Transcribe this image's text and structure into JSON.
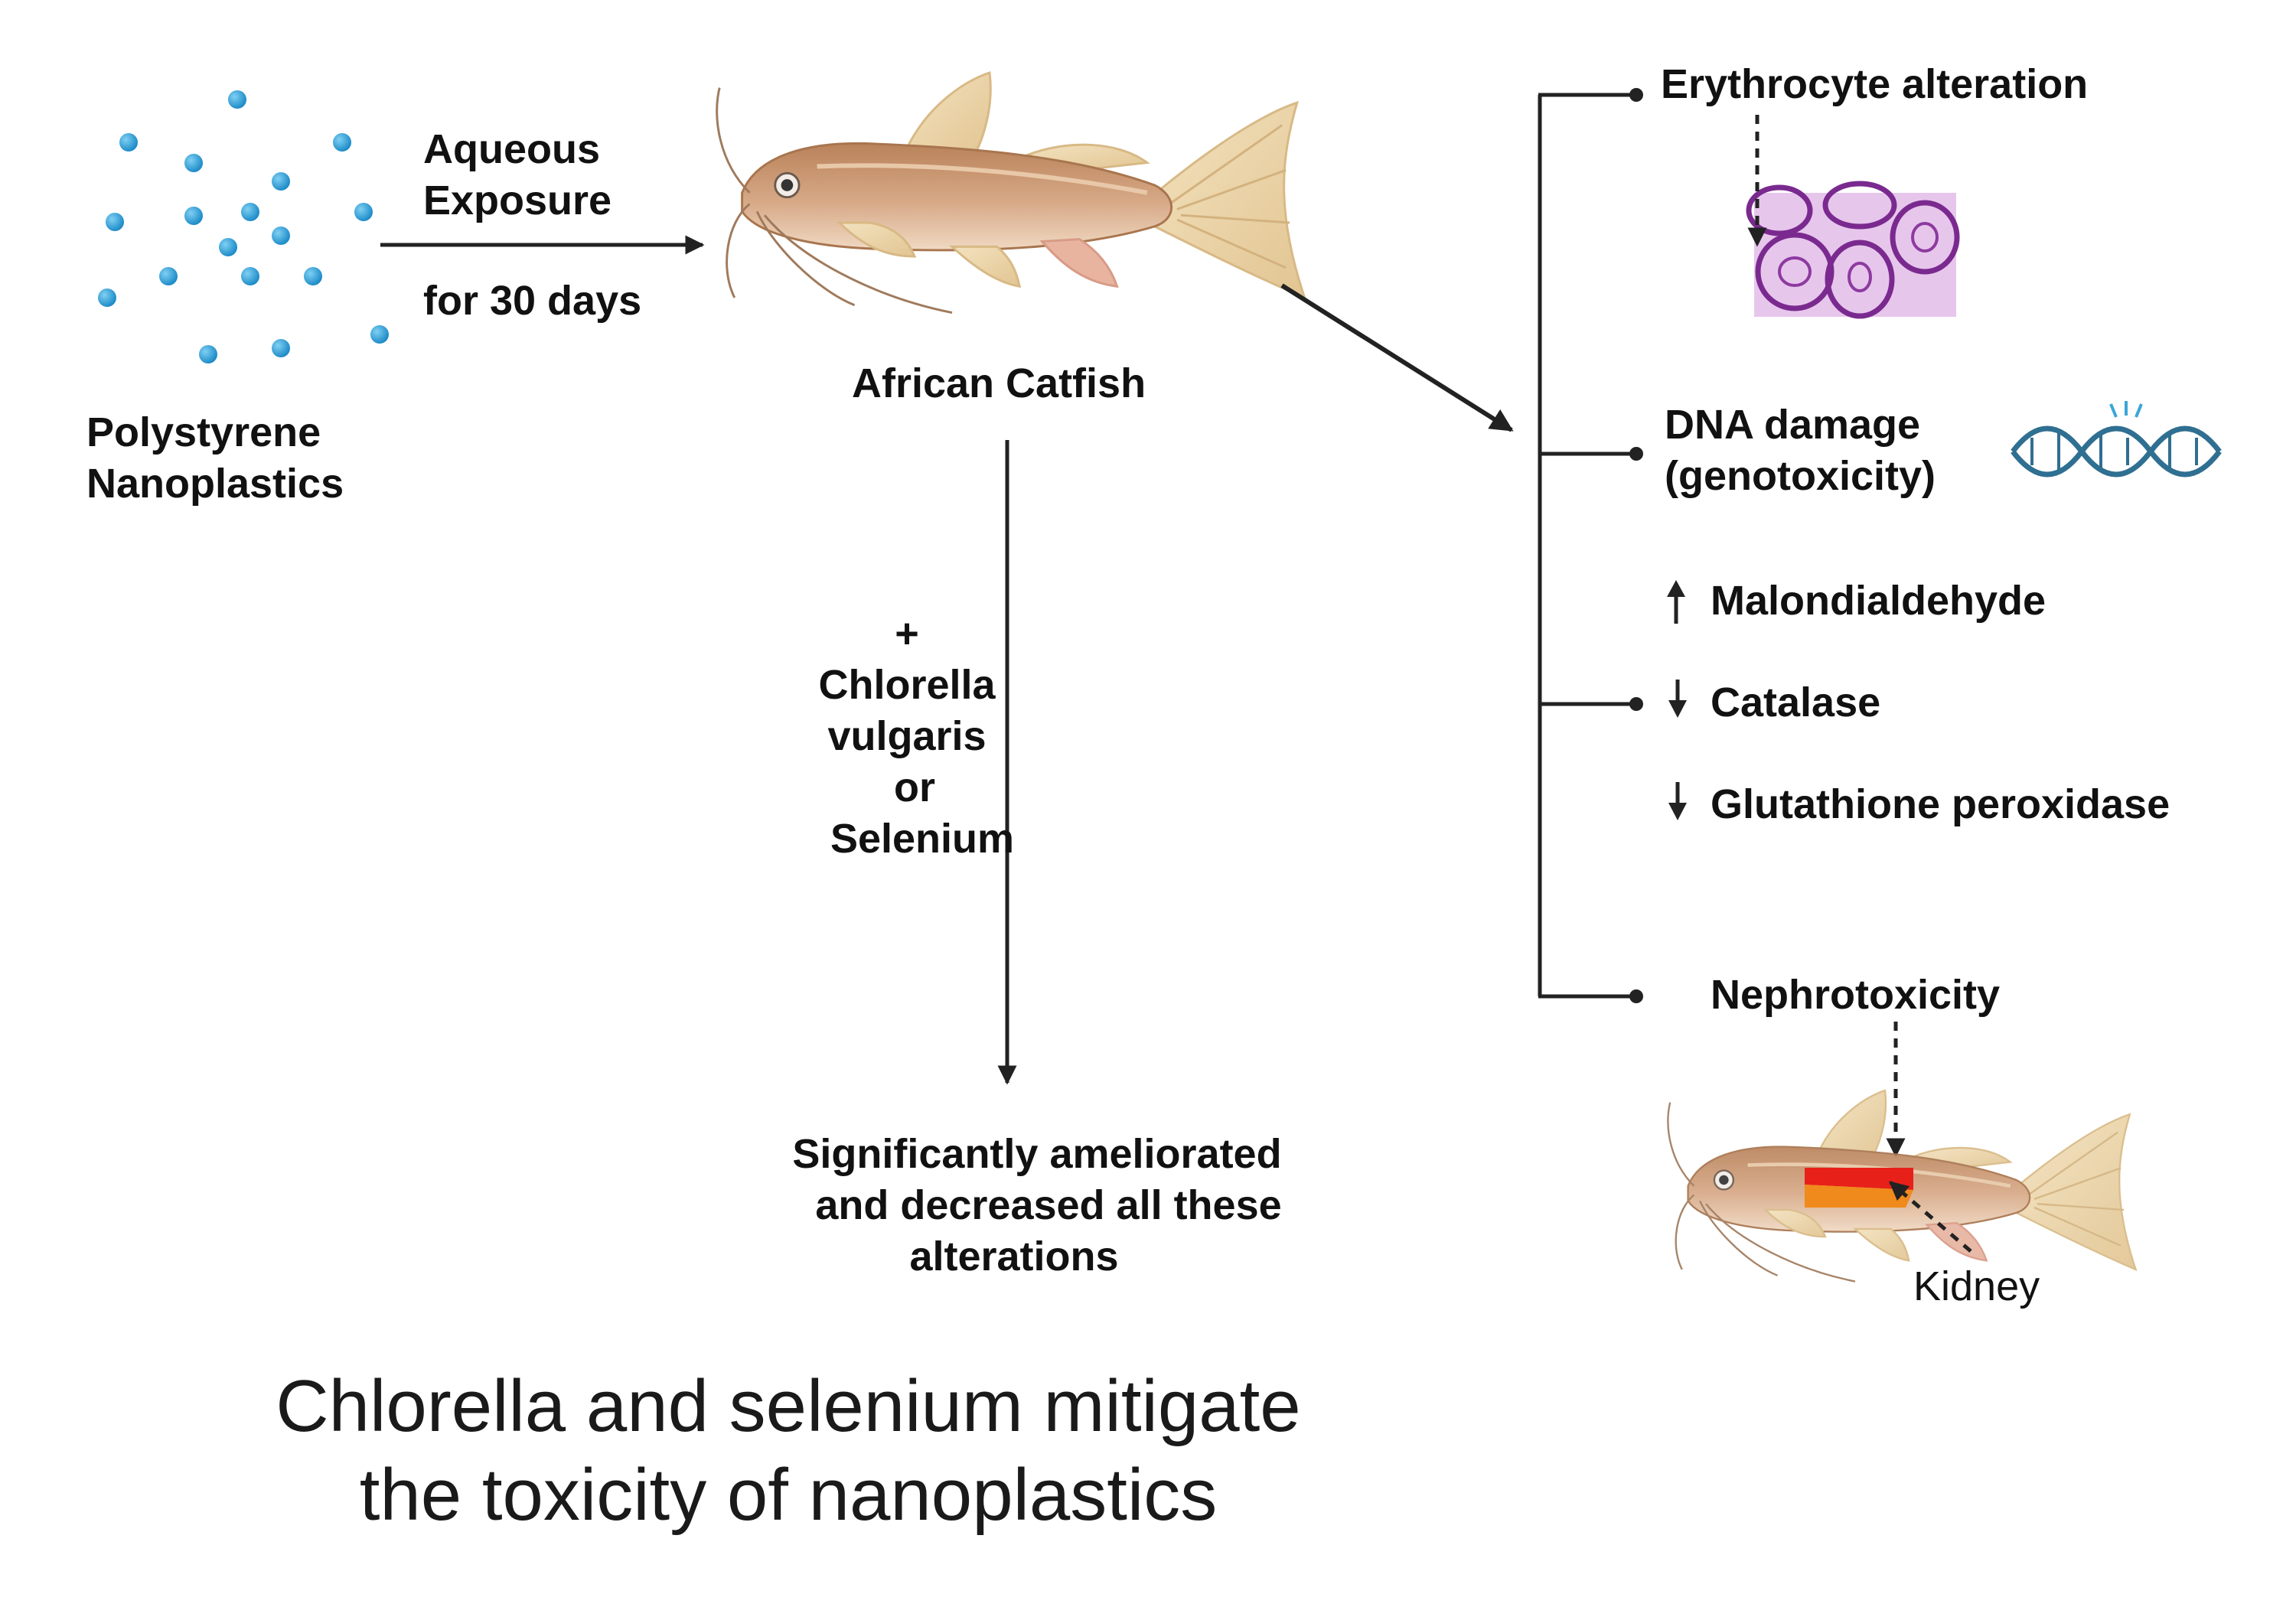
{
  "source": {
    "label_line1": "Polystyrene",
    "label_line2": "Nanoplastics"
  },
  "exposure": {
    "line1": "Aqueous",
    "line2": "Exposure",
    "line3": "for 30 days"
  },
  "fish_label": "African Catfish",
  "treatment": {
    "plus": "+",
    "line1": "Chlorella",
    "line2": "vulgaris",
    "line3": "or",
    "line4": "Selenium"
  },
  "result": {
    "line1": "Significantly ameliorated",
    "line2": "and decreased all these",
    "line3": "alterations"
  },
  "effects": {
    "erythrocyte": "Erythrocyte alteration",
    "dna_line1": "DNA damage",
    "dna_line2": "(genotoxicity)",
    "malondialdehyde": "Malondialdehyde",
    "catalase": "Catalase",
    "glutathione": "Glutathione peroxidase",
    "nephrotoxicity": "Nephrotoxicity",
    "kidney": "Kidney"
  },
  "title": {
    "line1": "Chlorella and selenium mitigate",
    "line2": "the toxicity of nanoplastics"
  },
  "colors": {
    "particle": "#2a9fd8",
    "line": "#222222",
    "cell_bg": "#e7c6ec",
    "cell_edge": "#7a2a8f",
    "dna": "#2f6f91",
    "kidney_red": "#e8201a",
    "kidney_orange": "#f08a1c"
  },
  "icons": [
    "nanoparticle-icon",
    "catfish-icon",
    "erythrocyte-cells-image",
    "dna-helix-icon",
    "arrow-up-icon",
    "arrow-down-icon",
    "catfish-kidney-icon"
  ]
}
